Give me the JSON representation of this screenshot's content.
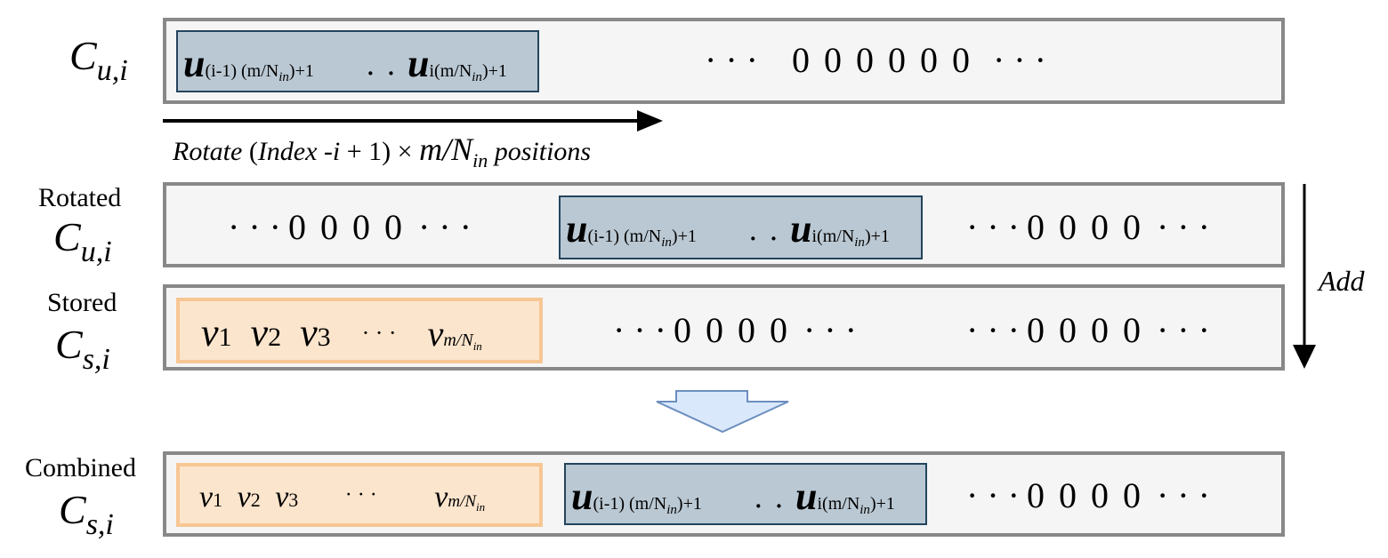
{
  "labels": {
    "row1": {
      "base": "C",
      "sub": "u,i"
    },
    "row2": {
      "word": "Rotated",
      "base": "C",
      "sub": "u,i"
    },
    "row3": {
      "word": "Stored",
      "base": "C",
      "sub": "s,i"
    },
    "row4": {
      "word": "Combined",
      "base": "C",
      "sub": "s,i"
    }
  },
  "rotate_caption": {
    "a": "Rotate",
    "b": "(",
    "c": "Index -i",
    "d": "+ 1) ×",
    "e": "m/N",
    "e_sub": "in",
    "f": "positions"
  },
  "add_label": "Add",
  "u_block": {
    "u": "u",
    "first_sub": "(i-1) (m/N",
    "first_sub_in": "in",
    "first_sub_end": ")+1",
    "dots": "· · ·",
    "last_sub": "i(m/N",
    "last_sub_in": "in",
    "last_sub_end": ")+1"
  },
  "v_block": {
    "v": "v",
    "v1": "1",
    "v2": "2",
    "v3": "3",
    "dots": "· · ·",
    "vm_sub": "m/N",
    "vm_sub_in": "in"
  },
  "sequences": {
    "row1_right": [
      "· · ·",
      "0",
      "0",
      "0",
      "0",
      "0",
      "0",
      "· · ·"
    ],
    "row2_left": [
      "· · ·",
      "0",
      "0",
      "0",
      "0",
      "· · ·"
    ],
    "row2_right": [
      "· · ·",
      "0",
      "0",
      "0",
      "0",
      "· · ·"
    ],
    "row3_mid": [
      "· · ·",
      "0",
      "0",
      "0",
      "0",
      "· · ·"
    ],
    "row3_right": [
      "· · ·",
      "0",
      "0",
      "0",
      "0",
      "· · ·"
    ],
    "row4_right": [
      "· · ·",
      "0",
      "0",
      "0",
      "0",
      "· · ·"
    ]
  },
  "colors": {
    "lane_fill": "#f5f5f5",
    "lane_border": "#888888",
    "u_fill": "#bac8d3",
    "u_border": "#23445d",
    "v_fill": "#fce5cd",
    "v_border": "#f7c693",
    "down_arrow_fill": "#dae8fc",
    "down_arrow_border": "#6c8ebf"
  }
}
